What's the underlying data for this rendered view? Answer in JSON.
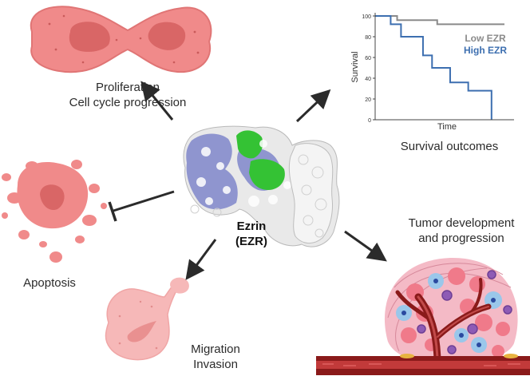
{
  "center": {
    "name": "Ezrin",
    "abbr": "(EZR)"
  },
  "labels": {
    "proliferation": [
      "Proliferation",
      "Cell cycle progression"
    ],
    "survival_outcomes": "Survival outcomes",
    "apoptosis": "Apoptosis",
    "migration": [
      "Migration",
      "Invasion"
    ],
    "tumor": [
      "Tumor development",
      "and progression"
    ]
  },
  "colors": {
    "cell_fill": "#f08a8a",
    "cell_nucleus": "#d96666",
    "protein_blue": "#8f95cf",
    "protein_green": "#34c234",
    "protein_white": "#e8e8e8",
    "low_ezr": "#8a8a8a",
    "high_ezr": "#3d6fb0",
    "vessel": "#8a1a1a"
  },
  "chart_data": {
    "type": "line",
    "xlabel": "Time",
    "ylabel": "Survival",
    "ylim": [
      0,
      100
    ],
    "yticks": [
      0,
      20,
      40,
      60,
      80,
      100
    ],
    "series": [
      {
        "name": "Low EZR",
        "color": "#8a8a8a",
        "points": [
          [
            0,
            100
          ],
          [
            0.17,
            100
          ],
          [
            0.17,
            96
          ],
          [
            0.48,
            96
          ],
          [
            0.48,
            92
          ],
          [
            1,
            92
          ]
        ]
      },
      {
        "name": "High EZR",
        "color": "#3d6fb0",
        "points": [
          [
            0,
            100
          ],
          [
            0.12,
            100
          ],
          [
            0.12,
            92
          ],
          [
            0.2,
            92
          ],
          [
            0.2,
            80
          ],
          [
            0.37,
            80
          ],
          [
            0.37,
            62
          ],
          [
            0.44,
            62
          ],
          [
            0.44,
            50
          ],
          [
            0.58,
            50
          ],
          [
            0.58,
            36
          ],
          [
            0.72,
            36
          ],
          [
            0.72,
            28
          ],
          [
            0.9,
            28
          ],
          [
            0.9,
            0
          ]
        ]
      }
    ]
  }
}
